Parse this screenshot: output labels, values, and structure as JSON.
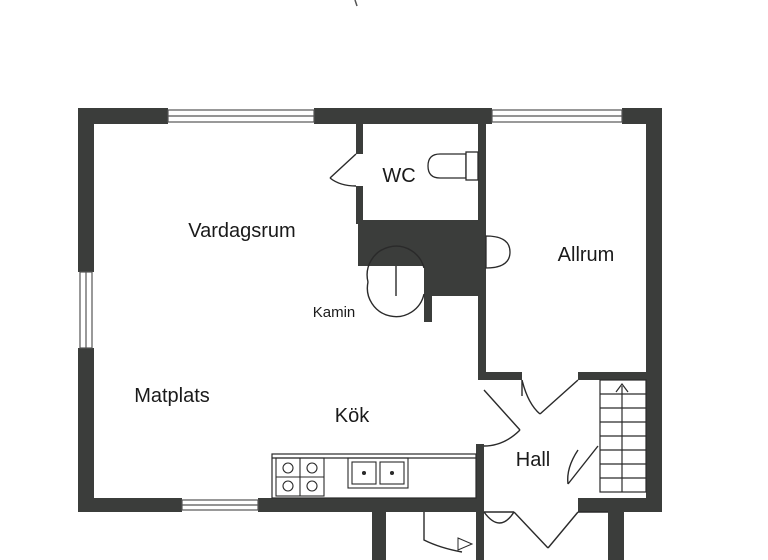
{
  "rooms": {
    "wc": "WC",
    "vardagsrum": "Vardagsrum",
    "allrum": "Allrum",
    "kamin": "Kamin",
    "matplats": "Matplats",
    "kok": "Kök",
    "hall": "Hall"
  },
  "colors": {
    "wall": "#3b3d3b",
    "line": "#2a2a2a",
    "background": "#ffffff"
  }
}
